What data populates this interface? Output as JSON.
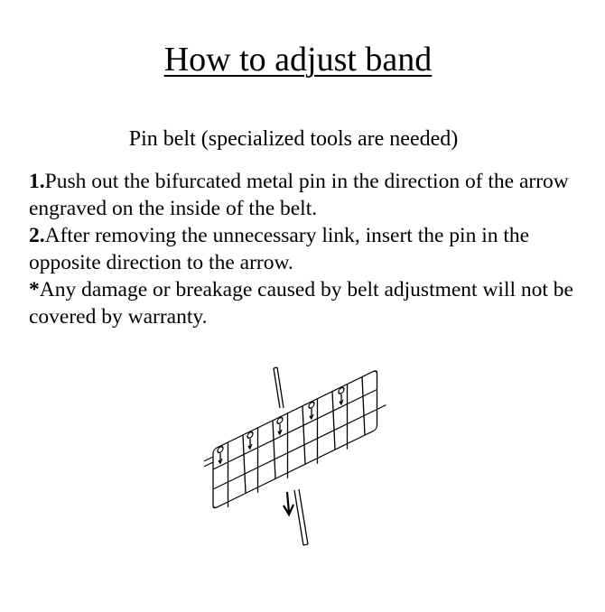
{
  "title": "How to adjust band",
  "subtitle": "Pin belt (specialized tools are needed)",
  "steps": [
    {
      "marker": "1.",
      "text": "Push out the bifurcated metal pin in the direction of the arrow engraved on the inside of the belt."
    },
    {
      "marker": "2.",
      "text": "After removing the unnecessary link, insert the pin in the opposite direction to the arrow."
    },
    {
      "marker": "*",
      "text": "Any damage or breakage caused by belt adjustment will not be covered by warranty."
    }
  ]
}
